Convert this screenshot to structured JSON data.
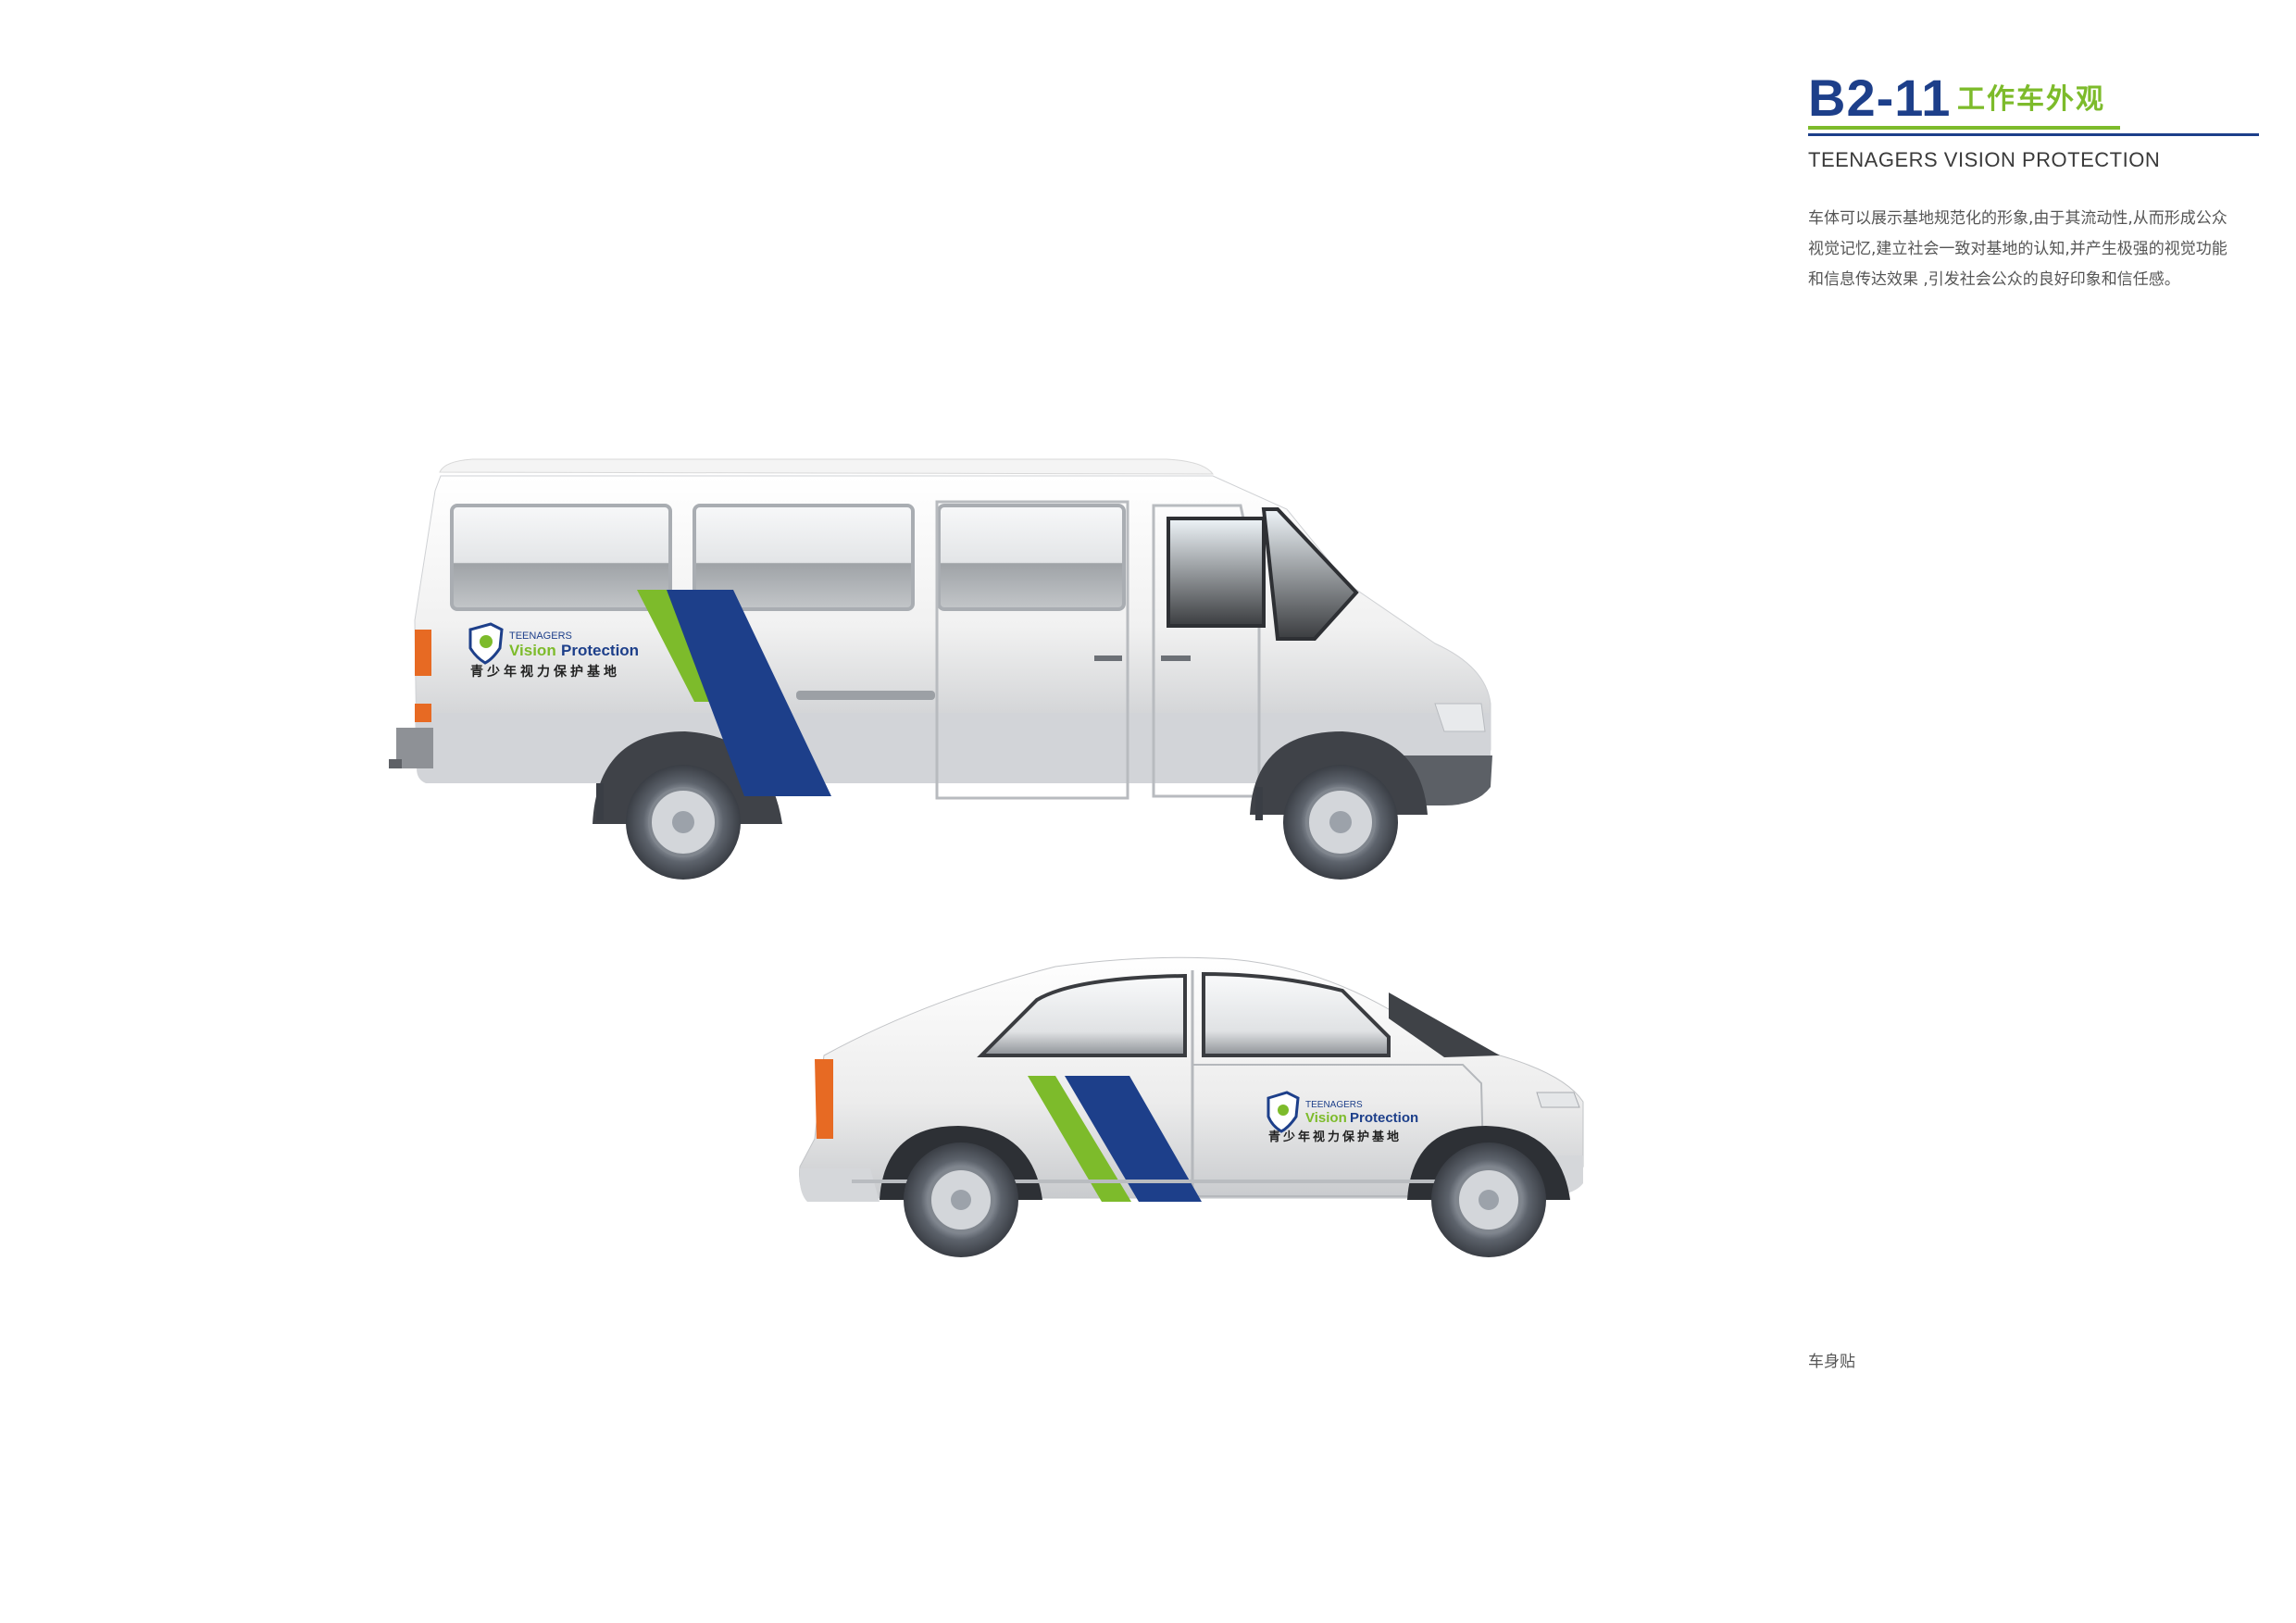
{
  "header": {
    "code": "B2-11",
    "title": "工作车外观",
    "subtitle": "TEENAGERS VISION PROTECTION"
  },
  "description": {
    "lines": [
      "车体可以展示基地规范化的形象,由于其流动性,从而形成公众",
      "视觉记忆,建立社会一致对基地的认知,并产生极强的视觉功能",
      "和信息传达效果 ,引发社会公众的良好印象和信任感。"
    ]
  },
  "caption": "车身贴",
  "logo": {
    "line1": "TEENAGERS",
    "line2a": "Vision",
    "line2b": "Protection",
    "line3": "青少年视力保护基地"
  },
  "colors": {
    "brand_blue": "#1d3f8a",
    "brand_green": "#7dbb2b"
  }
}
